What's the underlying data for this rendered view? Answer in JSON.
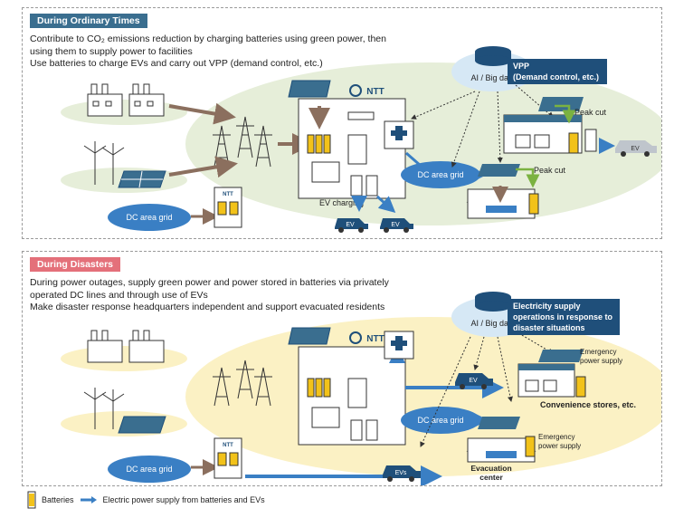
{
  "ordinary": {
    "tag": "During Ordinary Times",
    "desc_line1": "Contribute to CO₂ emissions reduction by charging batteries using green power, then",
    "desc_line2": "using them to supply power to facilities",
    "desc_line3": "Use batteries to charge EVs and carry out VPP (demand control, etc.)",
    "ai_label": "AI / Big data",
    "vpp_line1": "VPP",
    "vpp_line2": "(Demand control, etc.)",
    "peak_cut_1": "Peak cut",
    "peak_cut_2": "Peak cut",
    "dc_grid_left": "DC area grid",
    "dc_grid_center": "DC area grid",
    "ev_charging": "EV charging",
    "ev_label": "EV",
    "ntt_label": "NTT"
  },
  "disaster": {
    "tag": "During Disasters",
    "desc_line1": "During power outages, supply green power and power stored in batteries via privately",
    "desc_line2": "operated DC lines and through use of EVs",
    "desc_line3": "Make disaster response headquarters independent and support evacuated residents",
    "ai_label": "AI / Big data",
    "box_line1": "Electricity supply",
    "box_line2": "operations in response to",
    "box_line3": "disaster situations",
    "emergency_1_line1": "Emergency",
    "emergency_1_line2": "power supply",
    "emergency_2_line1": "Emergency",
    "emergency_2_line2": "power supply",
    "convenience": "Convenience stores, etc.",
    "evac_line1": "Evacuation",
    "evac_line2": "center",
    "dc_grid_left": "DC area grid",
    "dc_grid_center": "DC area grid",
    "ev_label": "EV",
    "evs_label": "EVs",
    "ntt_label": "NTT"
  },
  "legend": {
    "batteries": "Batteries",
    "supply": "Electric power supply from batteries and EVs"
  },
  "colors": {
    "accent_blue": "#3a7fc4",
    "dark_navy": "#1f4f7a",
    "green_ellipse": "#e6eed9",
    "yellow_ellipse": "#fbf1c4",
    "brown_arrow": "#8b6f5e",
    "green_arrow": "#7bb241",
    "battery_yellow": "#f2c21a"
  }
}
